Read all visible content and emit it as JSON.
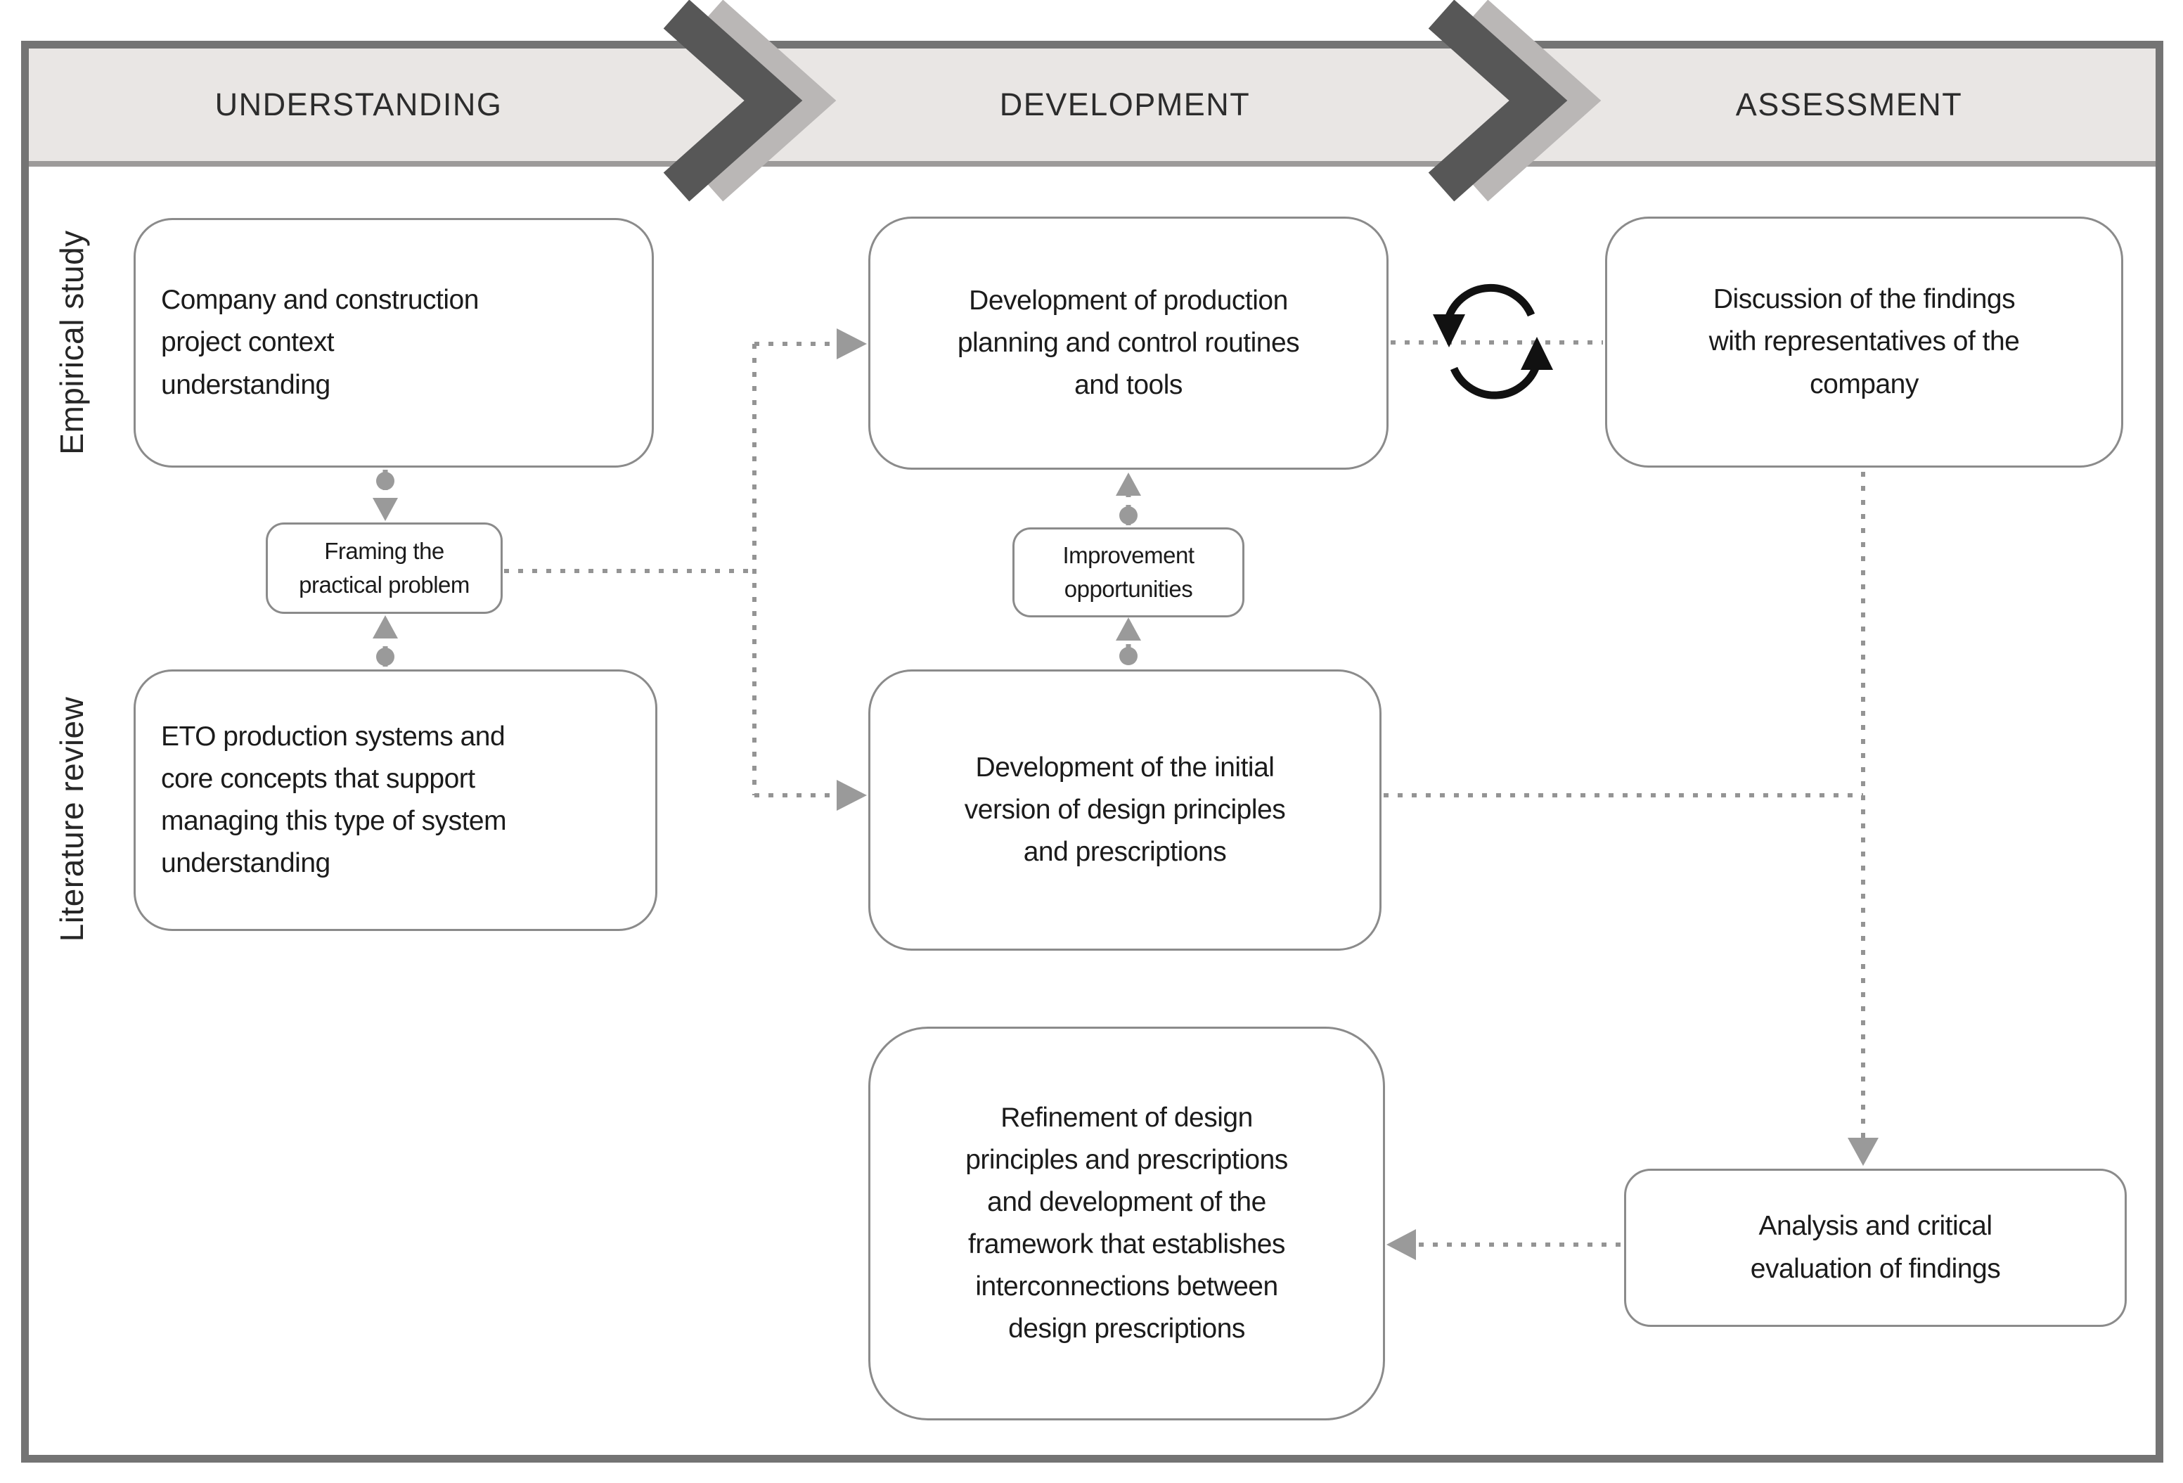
{
  "header": {
    "phases": [
      {
        "label": "UNDERSTANDING"
      },
      {
        "label": "DEVELOPMENT"
      },
      {
        "label": "ASSESSMENT"
      }
    ]
  },
  "row_labels": [
    {
      "label": "Empirical study"
    },
    {
      "label": "Literature review"
    }
  ],
  "boxes": {
    "company": {
      "label": "Company and construction\nproject context\nunderstanding"
    },
    "framing": {
      "label": "Framing the\npractical problem"
    },
    "eto": {
      "label": "ETO production systems and\ncore concepts that support\nmanaging this type of system\nunderstanding"
    },
    "dev_production": {
      "label": "Development of production\nplanning and control routines\nand tools"
    },
    "improvement": {
      "label": "Improvement\nopportunities"
    },
    "dev_initial": {
      "label": "Development of the initial\nversion of design principles\nand prescriptions"
    },
    "refinement": {
      "label": "Refinement of design\nprinciples and prescriptions\nand development of the\nframework that establishes\ninterconnections between\ndesign prescriptions"
    },
    "discussion": {
      "label": "Discussion of the findings\nwith representatives of the\ncompany"
    },
    "analysis": {
      "label": "Analysis and critical\nevaluation of findings"
    }
  },
  "icons": {
    "chevron": "chevron-right-icon",
    "cycle": "iteration-cycle-icon"
  },
  "colors": {
    "header_fill": "#e9e6e4",
    "frame_border": "#747474",
    "chevron": "#575757",
    "box_border": "#8b8b8b",
    "connector": "#949494",
    "cycle_icon": "#111111",
    "text": "#1b1b1b"
  }
}
